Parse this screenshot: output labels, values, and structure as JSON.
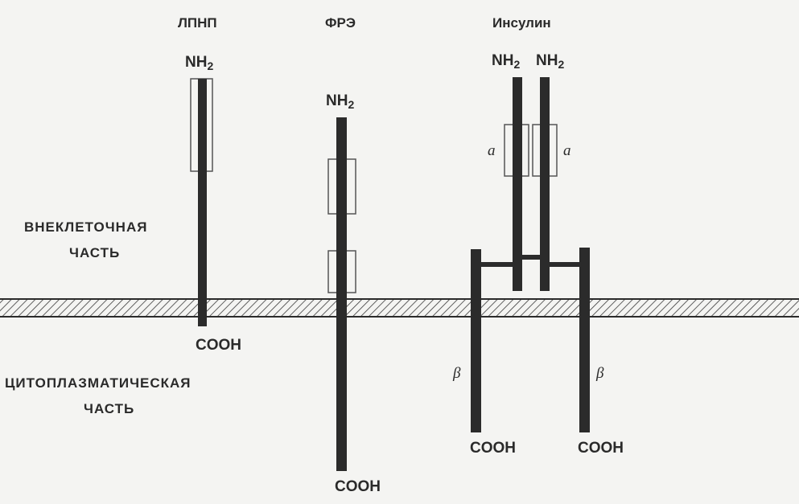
{
  "receptors": {
    "ldl": {
      "title": "ЛПНП",
      "n_terminus": {
        "base": "NH",
        "subscript": "2"
      },
      "c_terminus": "COOH"
    },
    "egf": {
      "title": "ФРЭ",
      "n_terminus": {
        "base": "NH",
        "subscript": "2"
      },
      "c_terminus": "COOH"
    },
    "insulin": {
      "title": "Инсулин",
      "n_terminus": {
        "base": "NH",
        "subscript": "2"
      },
      "alpha_label": "a",
      "beta_label": "β",
      "c_terminus": "COOH"
    }
  },
  "regions": {
    "extracellular": [
      "ВНЕКЛЕТОЧНАЯ",
      "ЧАСТЬ"
    ],
    "cytoplasmic": [
      "ЦИТОПЛАЗМАТИЧЕСКАЯ",
      "ЧАСТЬ"
    ]
  },
  "colors": {
    "background": "#f4f4f2",
    "chain": "#2b2b2b",
    "membrane_hatch": "#3a3a3a"
  }
}
